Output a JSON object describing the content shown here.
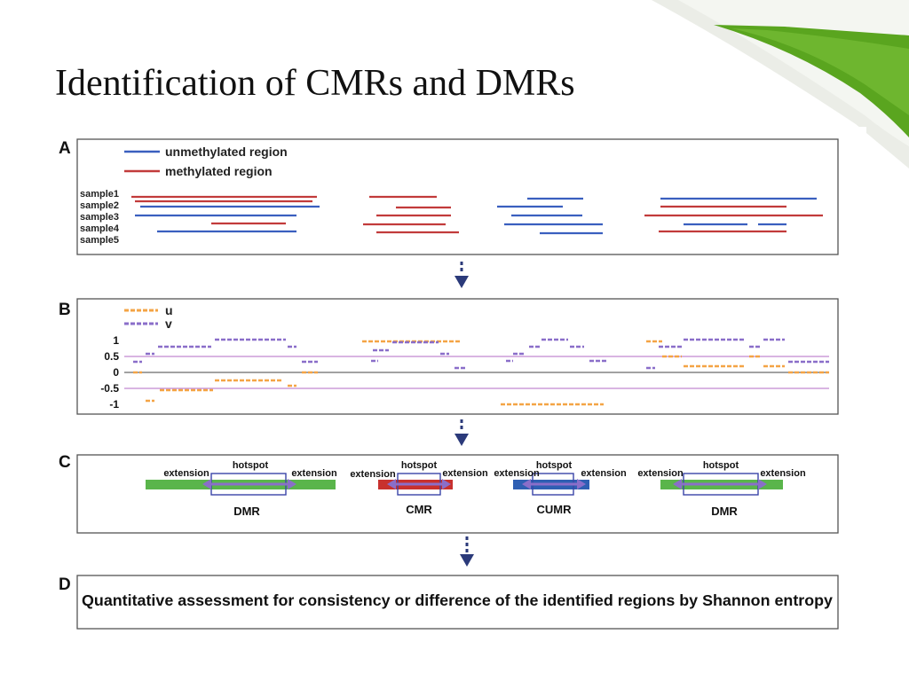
{
  "slide": {
    "title": "Identification of CMRs and DMRs"
  },
  "colors": {
    "unmethylated": "#3a5fbf",
    "methylated": "#c23b3b",
    "u_series": "#f4a445",
    "v_series": "#8a6ec9",
    "dmr": "#5ab54b",
    "cmr": "#c8312e",
    "cumr": "#2f5fb3",
    "hotspot_box": "#3a45a8",
    "arrow": "#2b3a7a",
    "accent_green": "#5aa51f"
  },
  "panel_a": {
    "letter": "A",
    "legend": [
      {
        "key": "unmethylated",
        "label": "unmethylated region"
      },
      {
        "key": "methylated",
        "label": "methylated region"
      }
    ],
    "samples": [
      "sample1",
      "sample2",
      "sample3",
      "sample4",
      "sample5"
    ]
  },
  "panel_b": {
    "letter": "B",
    "legend": [
      {
        "key": "u_series",
        "label": "u"
      },
      {
        "key": "v_series",
        "label": "v"
      }
    ],
    "y_ticks": [
      "1",
      "0.5",
      "0",
      "-0.5",
      "-1"
    ]
  },
  "panel_c": {
    "letter": "C",
    "extension_label": "extension",
    "hotspot_label": "hotspot",
    "regions": [
      {
        "type": "DMR",
        "color_key": "dmr"
      },
      {
        "type": "CMR",
        "color_key": "cmr"
      },
      {
        "type": "CUMR",
        "color_key": "cumr"
      },
      {
        "type": "DMR",
        "color_key": "dmr"
      }
    ]
  },
  "panel_d": {
    "letter": "D",
    "text": "Quantitative assessment for consistency or difference of the identified regions by Shannon entropy"
  }
}
